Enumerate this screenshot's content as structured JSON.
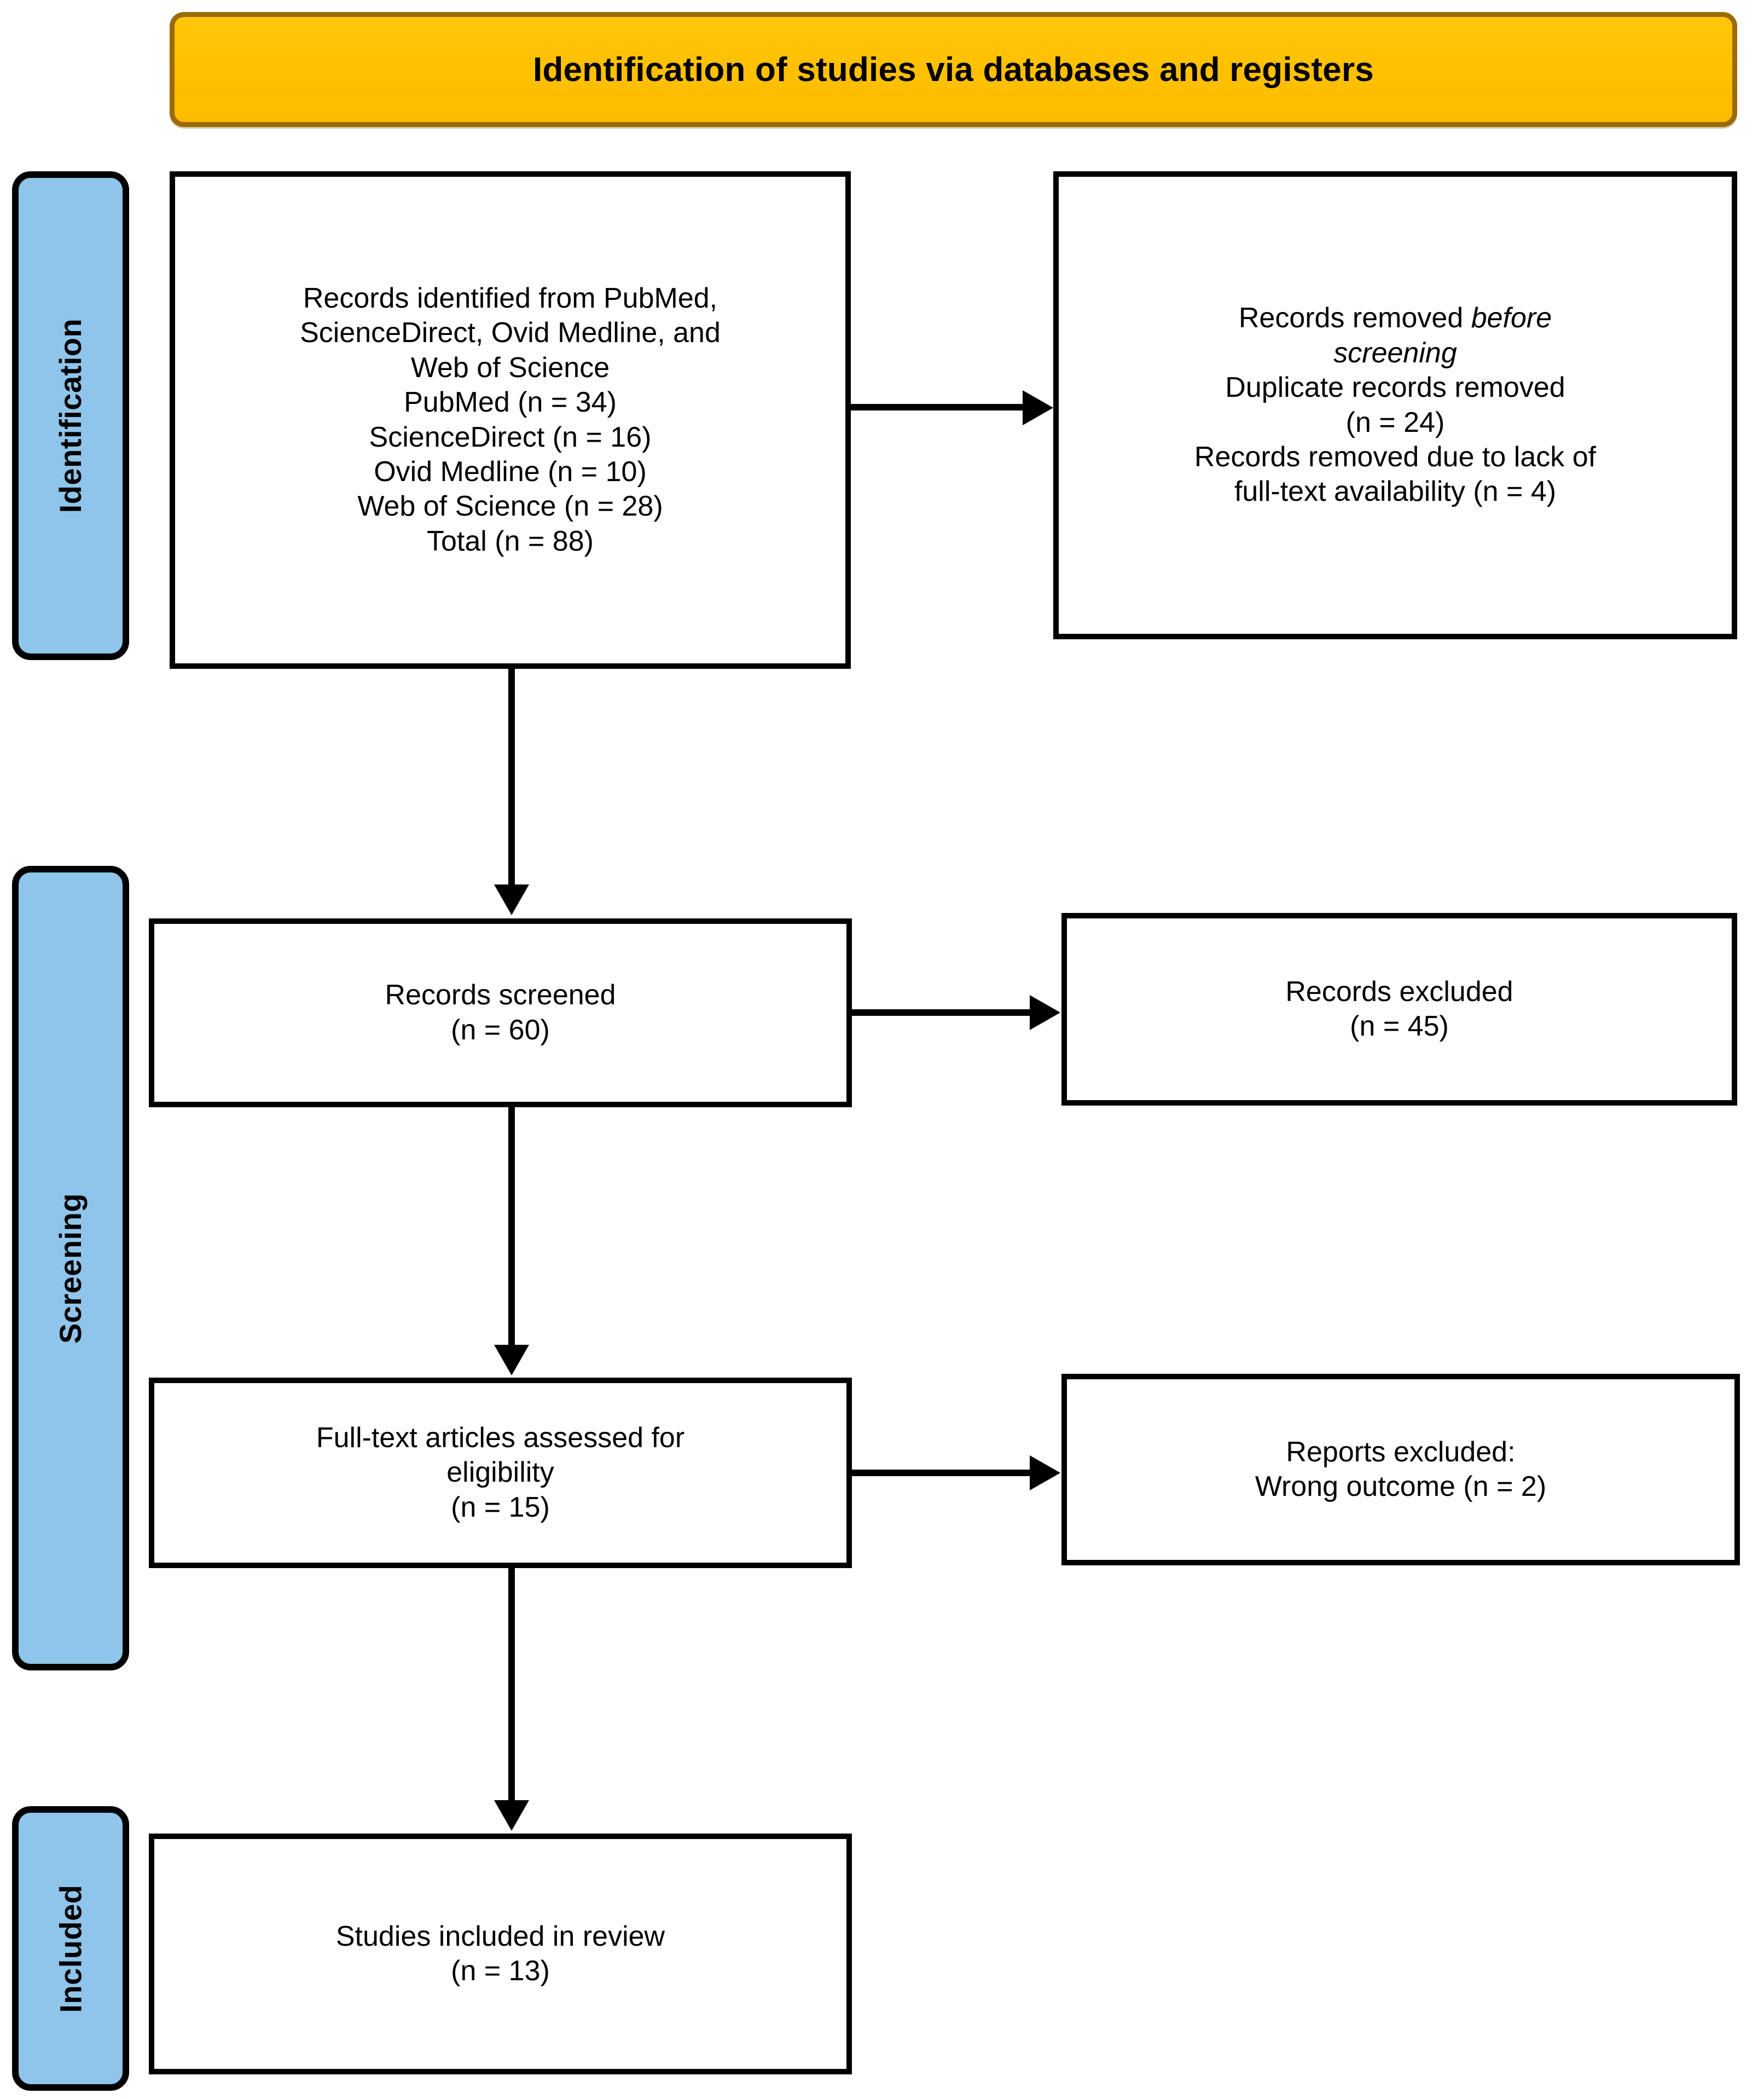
{
  "header": {
    "title": "Identification of studies via databases and registers",
    "fill_color": "#FFC000",
    "border_color": "#9C6A06"
  },
  "palette": {
    "sidebar_fill": "#8FC5EA",
    "box_border": "#000000",
    "box_fill": "#FFFFFF",
    "text": "#000000"
  },
  "stages": [
    {
      "id": "identification",
      "label": "Identification"
    },
    {
      "id": "screening",
      "label": "Screening"
    },
    {
      "id": "included",
      "label": "Included"
    }
  ],
  "boxes": {
    "identified": {
      "lines": [
        "Records identified from PubMed,",
        "ScienceDirect, Ovid Medline, and",
        "Web of Science",
        "PubMed (n = 34)",
        "ScienceDirect (n = 16)",
        "Ovid Medline (n = 10)",
        "Web of Science (n = 28)",
        "Total (n = 88)"
      ]
    },
    "removed_before_screening": {
      "line1_prefix": "Records removed ",
      "line1_italic": "before",
      "line2_italic": "screening",
      "lines_rest": [
        "Duplicate records removed",
        "(n = 24)",
        "Records removed due to lack of",
        "full-text availability (n = 4)"
      ]
    },
    "records_screened": {
      "lines": [
        "Records screened",
        "(n = 60)"
      ]
    },
    "records_excluded": {
      "lines": [
        "Records excluded",
        "(n = 45)"
      ]
    },
    "fulltext_assessed": {
      "lines": [
        "Full-text articles assessed for",
        "eligibility",
        "(n = 15)"
      ]
    },
    "reports_excluded": {
      "lines": [
        "Reports excluded:",
        "Wrong outcome (n = 2)"
      ]
    },
    "studies_included": {
      "lines": [
        "Studies included in review",
        "(n = 13)"
      ]
    }
  },
  "chart_data": {
    "type": "diagram",
    "title": "Identification of studies via databases and registers",
    "nodes": [
      {
        "id": "identified",
        "stage": "Identification",
        "label": "Records identified from PubMed, ScienceDirect, Ovid Medline, and Web of Science",
        "counts": {
          "PubMed": 34,
          "ScienceDirect": 16,
          "Ovid Medline": 10,
          "Web of Science": 28,
          "Total": 88
        }
      },
      {
        "id": "removed_before_screening",
        "stage": "Identification",
        "label": "Records removed before screening",
        "counts": {
          "Duplicate records removed": 24,
          "Records removed due to lack of full-text availability": 4
        }
      },
      {
        "id": "records_screened",
        "stage": "Screening",
        "label": "Records screened",
        "counts": {
          "n": 60
        }
      },
      {
        "id": "records_excluded",
        "stage": "Screening",
        "label": "Records excluded",
        "counts": {
          "n": 45
        }
      },
      {
        "id": "fulltext_assessed",
        "stage": "Screening",
        "label": "Full-text articles assessed for eligibility",
        "counts": {
          "n": 15
        }
      },
      {
        "id": "reports_excluded",
        "stage": "Screening",
        "label": "Reports excluded: Wrong outcome",
        "counts": {
          "n": 2
        }
      },
      {
        "id": "studies_included",
        "stage": "Included",
        "label": "Studies included in review",
        "counts": {
          "n": 13
        }
      }
    ],
    "edges": [
      {
        "from": "identified",
        "to": "removed_before_screening",
        "direction": "right"
      },
      {
        "from": "identified",
        "to": "records_screened",
        "direction": "down"
      },
      {
        "from": "records_screened",
        "to": "records_excluded",
        "direction": "right"
      },
      {
        "from": "records_screened",
        "to": "fulltext_assessed",
        "direction": "down"
      },
      {
        "from": "fulltext_assessed",
        "to": "reports_excluded",
        "direction": "right"
      },
      {
        "from": "fulltext_assessed",
        "to": "studies_included",
        "direction": "down"
      }
    ]
  }
}
